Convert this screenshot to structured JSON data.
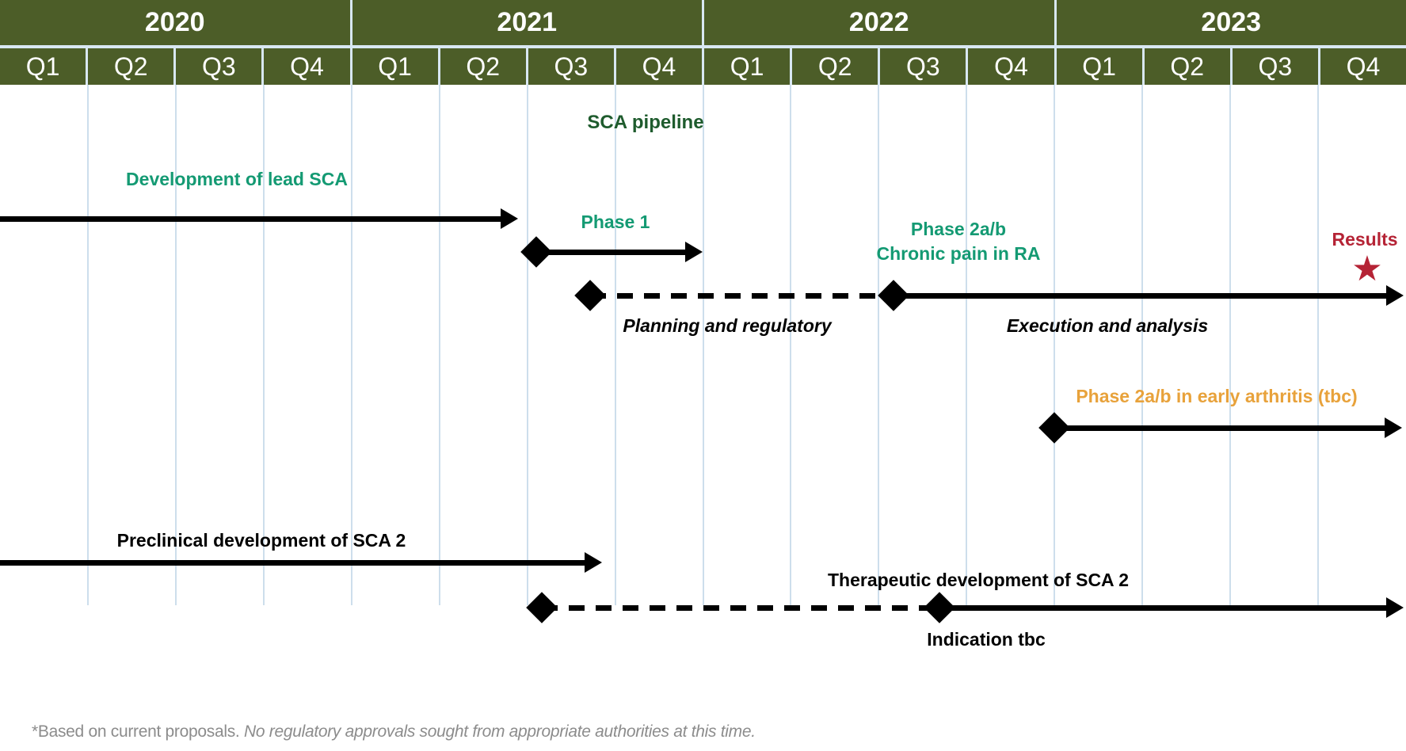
{
  "header": {
    "years": [
      "2020",
      "2021",
      "2022",
      "2023"
    ],
    "quarters": [
      "Q1",
      "Q2",
      "Q3",
      "Q4"
    ]
  },
  "title": "SCA pipeline",
  "rows": {
    "development": {
      "label": "Development of lead SCA"
    },
    "phase1": {
      "label": "Phase 1"
    },
    "phase2ab": {
      "line1": "Phase 2a/b",
      "line2": "Chronic pain in RA"
    },
    "results": {
      "label": "Results",
      "star_icon": "★"
    },
    "planning": {
      "label": "Planning and regulatory"
    },
    "execution": {
      "label": "Execution and analysis"
    },
    "early_arthritis": {
      "label": "Phase 2a/b in early arthritis (tbc)"
    },
    "preclinical": {
      "label": "Preclinical development of SCA 2"
    },
    "therapeutic": {
      "label": "Therapeutic development of SCA 2"
    },
    "indication": {
      "label": "Indication tbc"
    }
  },
  "timeline": {
    "rows": [
      {
        "name": "Development of lead SCA",
        "type": "solid-arrow",
        "from": "2020 Q1",
        "to": "2021 Q2"
      },
      {
        "name": "Phase 1",
        "type": "milestone-then-arrow",
        "from": "2021 Q3",
        "to": "2021 Q4"
      },
      {
        "name": "Planning and regulatory",
        "type": "dashed-between-milestones",
        "from": "2021 Q3",
        "to": "2022 Q3"
      },
      {
        "name": "Execution and analysis",
        "type": "solid-arrow",
        "from": "2022 Q3",
        "to": "2023 Q4"
      },
      {
        "name": "Results",
        "type": "star-milestone",
        "at": "2023 Q4"
      },
      {
        "name": "Phase 2a/b in early arthritis (tbc)",
        "type": "milestone-then-arrow",
        "from": "2023 Q1",
        "to": "2023 Q4"
      },
      {
        "name": "Preclinical development of SCA 2",
        "type": "solid-arrow",
        "from": "2020 Q1",
        "to": "2021 Q3"
      },
      {
        "name": "Therapeutic development of SCA 2 (planning)",
        "type": "dashed-between-milestones",
        "from": "2021 Q3",
        "to": "2022 Q3"
      },
      {
        "name": "Therapeutic development of SCA 2 (execution)",
        "type": "solid-arrow",
        "from": "2022 Q3",
        "to": "2023 Q4"
      }
    ]
  },
  "footer": {
    "prefix": "*Based on current proposals. ",
    "italic": "No regulatory approvals sought from appropriate authorities at this time."
  },
  "colors": {
    "header_green": "#4C5D28",
    "separator_band": "#D8E7F2",
    "gridline": "#CDDEEC",
    "teal": "#149A73",
    "dark_green": "#1E5B2D",
    "red": "#B52335",
    "orange": "#E8A23B",
    "line_black": "#000000",
    "footer_gray": "#8C8C8C"
  }
}
